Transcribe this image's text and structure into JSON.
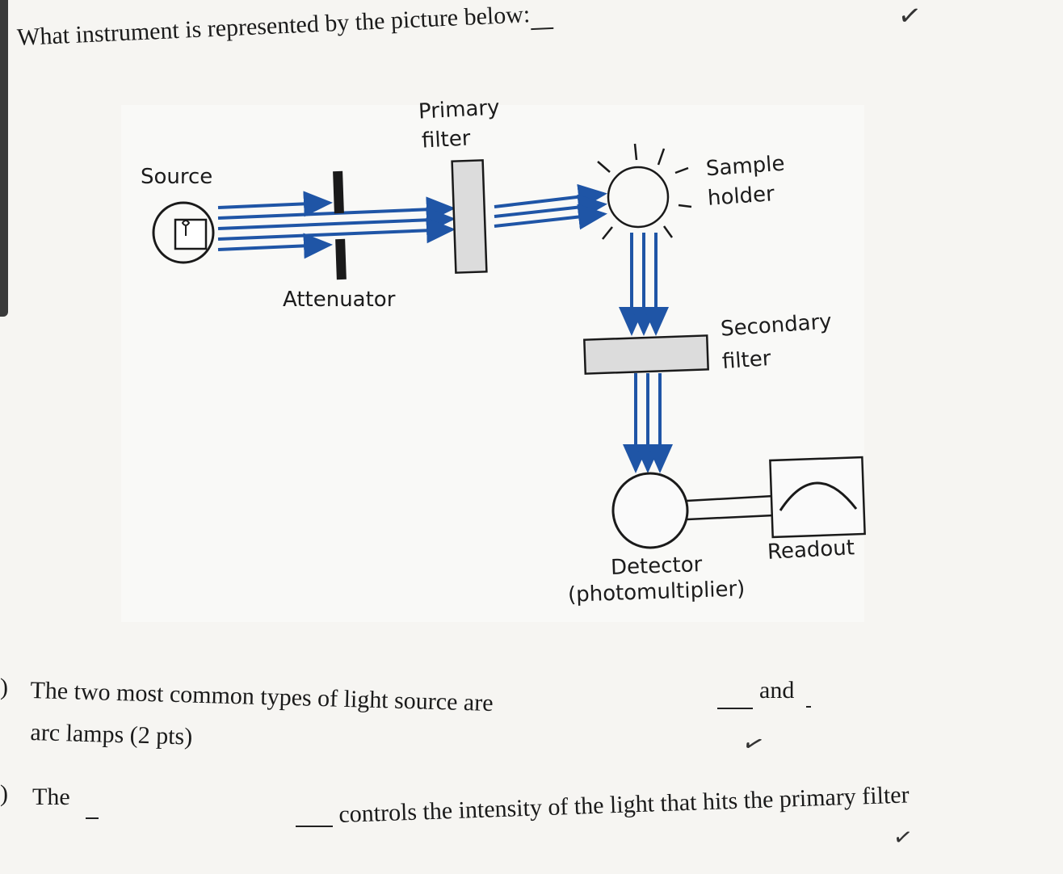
{
  "question1": {
    "text": "What instrument is represented by the picture below:"
  },
  "diagram": {
    "labels": {
      "source": "Source",
      "primary_filter_1": "Primary",
      "primary_filter_2": "filter",
      "attenuator": "Attenuator",
      "sample_holder_1": "Sample",
      "sample_holder_2": "holder",
      "secondary_filter_1": "Secondary",
      "secondary_filter_2": "filter",
      "detector_1": "Detector",
      "detector_2": "(photomultiplier)",
      "readout": "Readout"
    },
    "colors": {
      "beam": "#1f55a6",
      "outline": "#1a1a1a",
      "filter_fill": "#dcdcdc"
    }
  },
  "question2": {
    "marker": ")",
    "line1": "The two most common types of light source are",
    "and": "and",
    "line2": "arc lamps (2 pts)"
  },
  "question3": {
    "marker": ")",
    "start": "The",
    "rest": "controls the intensity of the light that hits the primary filter"
  },
  "checkmarks": {
    "mark": "✓"
  }
}
